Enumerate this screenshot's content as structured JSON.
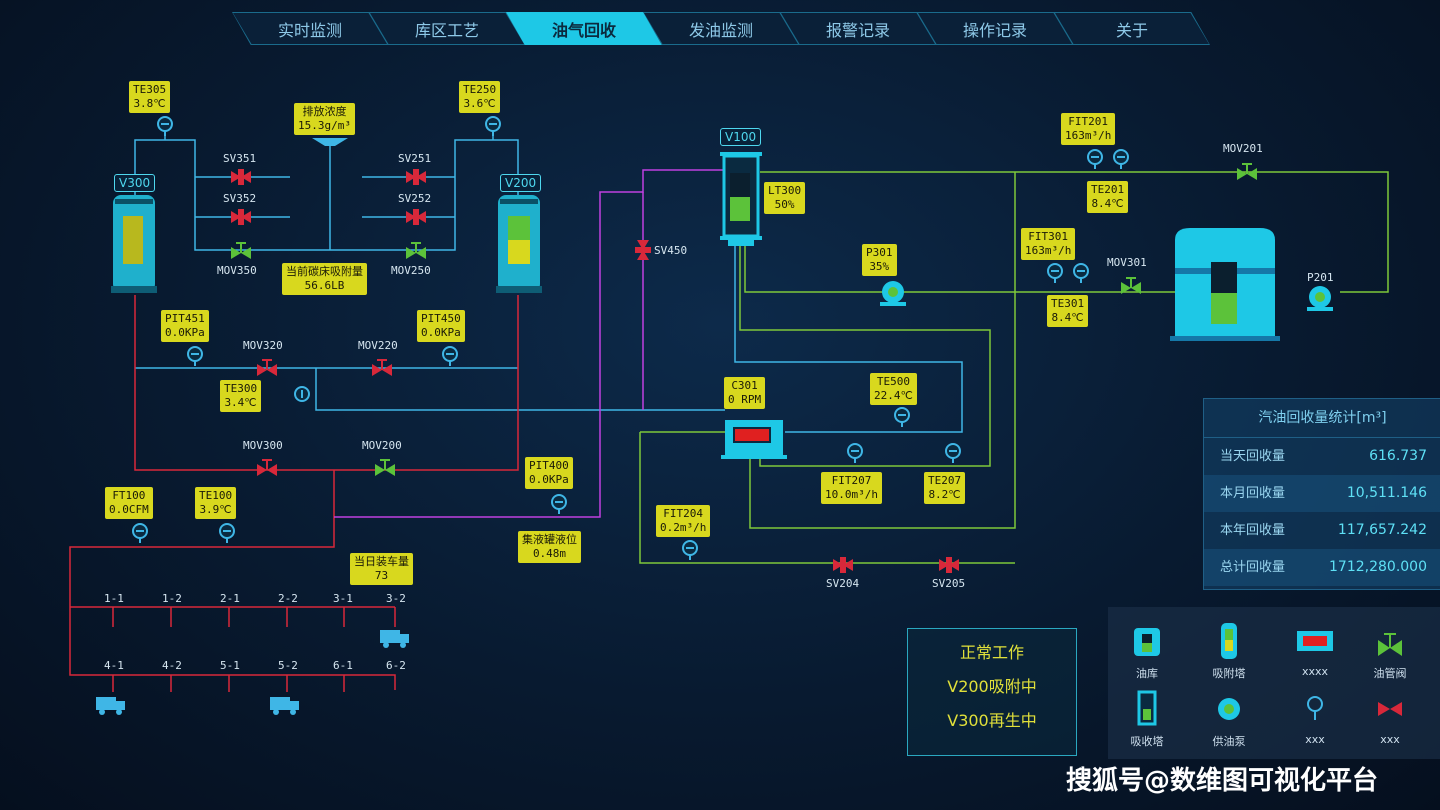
{
  "tabs": [
    "实时监测",
    "库区工艺",
    "油气回收",
    "发油监测",
    "报警记录",
    "操作记录",
    "关于"
  ],
  "active_tab": "油气回收",
  "vessels": {
    "v300": "V300",
    "v200": "V200",
    "v100": "V100"
  },
  "tags": {
    "te305": {
      "name": "TE305",
      "value": "3.8℃"
    },
    "emission": {
      "name": "排放浓度",
      "value": "15.3g/m³"
    },
    "te250": {
      "name": "TE250",
      "value": "3.6℃"
    },
    "carbon": {
      "name": "当前碳床吸附量",
      "value": "56.6LB"
    },
    "pit451": {
      "name": "PIT451",
      "value": "0.0KPa"
    },
    "pit450": {
      "name": "PIT450",
      "value": "0.0KPa"
    },
    "te300": {
      "name": "TE300",
      "value": "3.4℃"
    },
    "ft100": {
      "name": "FT100",
      "value": "0.0CFM"
    },
    "te100": {
      "name": "TE100",
      "value": "3.9℃"
    },
    "pit400": {
      "name": "PIT400",
      "value": "0.0KPa"
    },
    "tank_level": {
      "name": "集液罐液位",
      "value": "0.48m"
    },
    "trucks_today": {
      "name": "当日装车量",
      "value": "73"
    },
    "lt300": {
      "name": "LT300",
      "value": "50%"
    },
    "p301": {
      "name": "P301",
      "value": "35%"
    },
    "c301": {
      "name": "C301",
      "value": "0 RPM"
    },
    "te500": {
      "name": "TE500",
      "value": "22.4℃"
    },
    "fit207": {
      "name": "FIT207",
      "value": "10.0m³/h"
    },
    "te207": {
      "name": "TE207",
      "value": "8.2℃"
    },
    "fit204": {
      "name": "FIT204",
      "value": "0.2m³/h"
    },
    "fit201": {
      "name": "FIT201",
      "value": "163m³/h"
    },
    "te201": {
      "name": "TE201",
      "value": "8.4℃"
    },
    "fit301": {
      "name": "FIT301",
      "value": "163m³/h"
    },
    "te301": {
      "name": "TE301",
      "value": "8.4℃"
    }
  },
  "valves": {
    "sv351": "SV351",
    "sv352": "SV352",
    "mov350": "MOV350",
    "sv251": "SV251",
    "sv252": "SV252",
    "mov250": "MOV250",
    "mov320": "MOV320",
    "mov220": "MOV220",
    "mov300": "MOV300",
    "mov200": "MOV200",
    "sv450": "SV450",
    "sv204": "SV204",
    "sv205": "SV205",
    "mov201": "MOV201",
    "mov301": "MOV301",
    "p201": "P201"
  },
  "bays": [
    "1-1",
    "1-2",
    "2-1",
    "2-2",
    "3-1",
    "3-2",
    "4-1",
    "4-2",
    "5-1",
    "5-2",
    "6-1",
    "6-2"
  ],
  "stats": {
    "title": "汽油回收量统计[m³]",
    "rows": [
      {
        "k": "当天回收量",
        "v": "616.737"
      },
      {
        "k": "本月回收量",
        "v": "10,511.146"
      },
      {
        "k": "本年回收量",
        "v": "117,657.242"
      },
      {
        "k": "总计回收量",
        "v": "1712,280.000"
      }
    ]
  },
  "status": {
    "line1": "正常工作",
    "line2": "V200吸附中",
    "line3": "V300再生中"
  },
  "legend": [
    "油库",
    "吸附塔",
    "xxxx",
    "油管阀",
    "吸收塔",
    "供油泵",
    "xxx",
    "xxx"
  ],
  "watermark": "搜狐号@数维图可视化平台",
  "colors": {
    "green": "#7ec83a",
    "blue": "#3fb6e6",
    "red": "#d8283a",
    "magenta": "#c040e0",
    "cyan": "#1ec8e6",
    "tag": "#d8d81e"
  }
}
